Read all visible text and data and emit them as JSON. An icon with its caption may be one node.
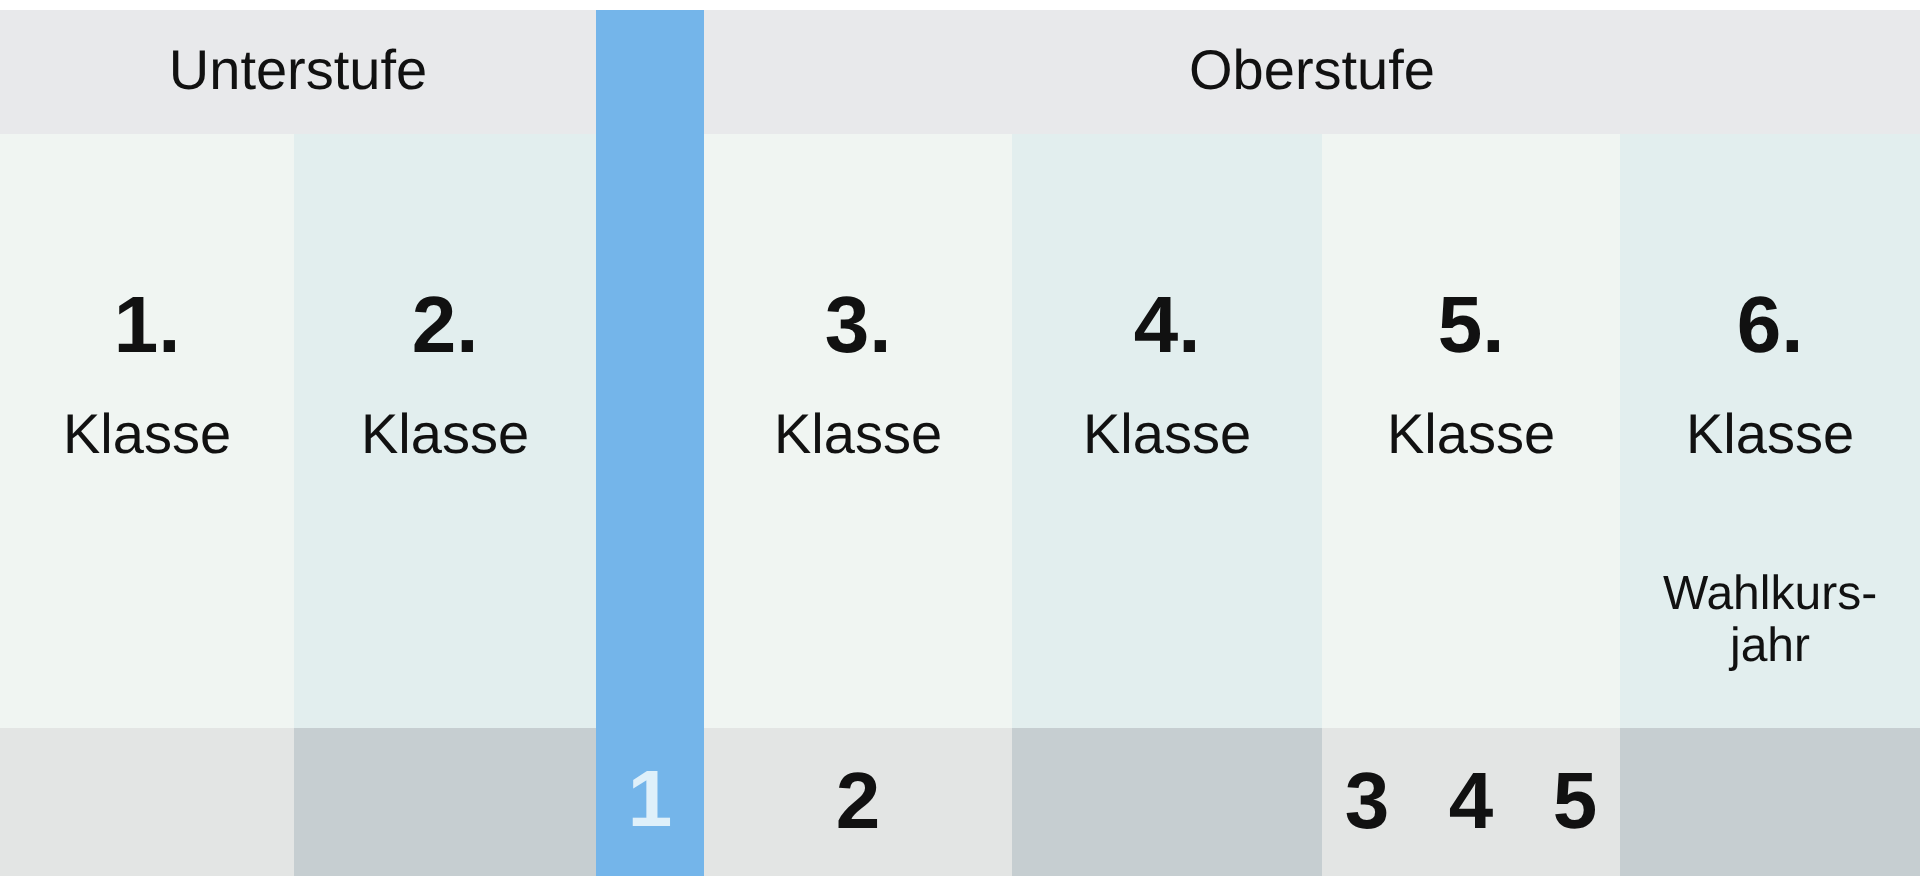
{
  "diagram": {
    "nodes": [
      {
        "text": [
          "Unterstufe"
        ]
      },
      {
        "text": [
          "Oberstufe"
        ]
      },
      {
        "text": [
          "1.",
          "Klasse"
        ]
      },
      {
        "text": [
          "2.",
          "Klasse"
        ]
      },
      {
        "text": [
          "1"
        ]
      },
      {
        "text": [
          "3.",
          "Klasse"
        ]
      },
      {
        "text": [
          "4.",
          "Klasse"
        ]
      },
      {
        "text": [
          "5.",
          "Klasse"
        ]
      },
      {
        "text": [
          "6.",
          "Klasse",
          "Wahlkurs- jahr"
        ]
      },
      {
        "text": [],
        "shape": "box"
      },
      {
        "text": [],
        "shape": "box"
      },
      {
        "text": [
          "2"
        ]
      },
      {
        "text": [],
        "shape": "box"
      },
      {
        "text": [
          "3",
          "4",
          "5"
        ]
      },
      {
        "text": [],
        "shape": "box"
      }
    ],
    "edges": []
  }
}
